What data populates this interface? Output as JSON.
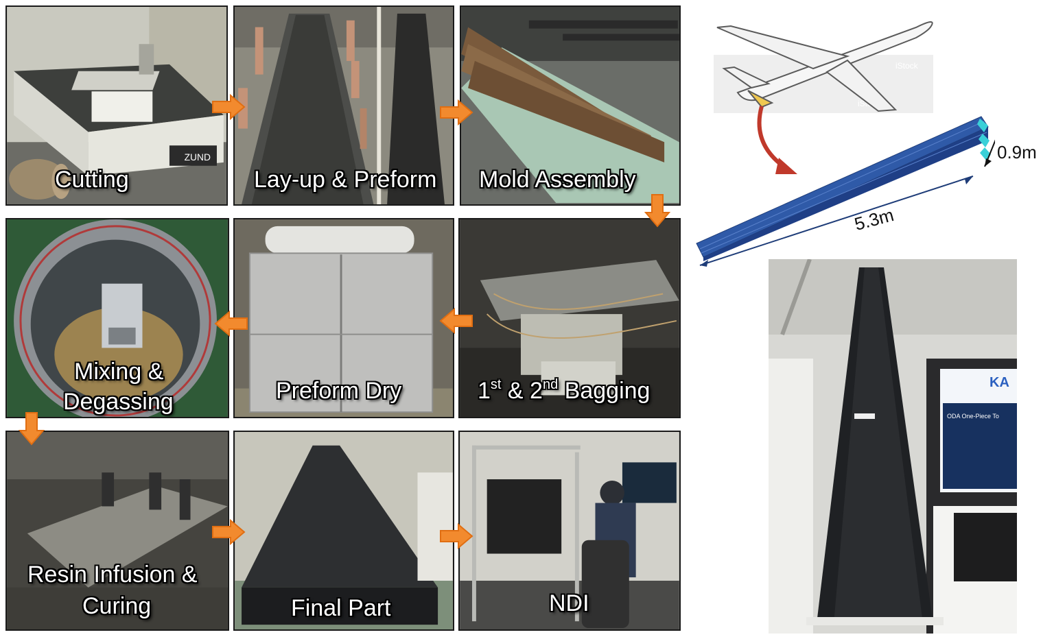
{
  "steps": {
    "cutting": "Cutting",
    "layup": "Lay-up & Preform",
    "mold": "Mold  Assembly",
    "bagging_1": "1",
    "bagging_1_sup": "st",
    "bagging_amp": " & 2",
    "bagging_2_sup": "nd",
    "bagging_rest": " Bagging",
    "preform_dry": "Preform Dry",
    "mixing_line1": "Mixing &",
    "mixing_line2": "Degassing",
    "resin_line1": "Resin Infusion &",
    "resin_line2": "Curing",
    "final_part": "Final Part",
    "ndi": "NDI"
  },
  "photo_text": {
    "machine_brand": "ZUND",
    "watermark_1": "iStock",
    "watermark_2": "iStock",
    "booth_logo": "KA",
    "booth_poster": "ODA One-Piece To"
  },
  "dimensions": {
    "width": "0.9m",
    "length": "5.3m"
  },
  "colors": {
    "arrow_fill": "#f28a2e",
    "arrow_stroke": "#e06e12",
    "curved_arrow": "#c0392b",
    "wingbox_blue": "#2f5aa8",
    "wingbox_cyan": "#3ad0d8"
  }
}
